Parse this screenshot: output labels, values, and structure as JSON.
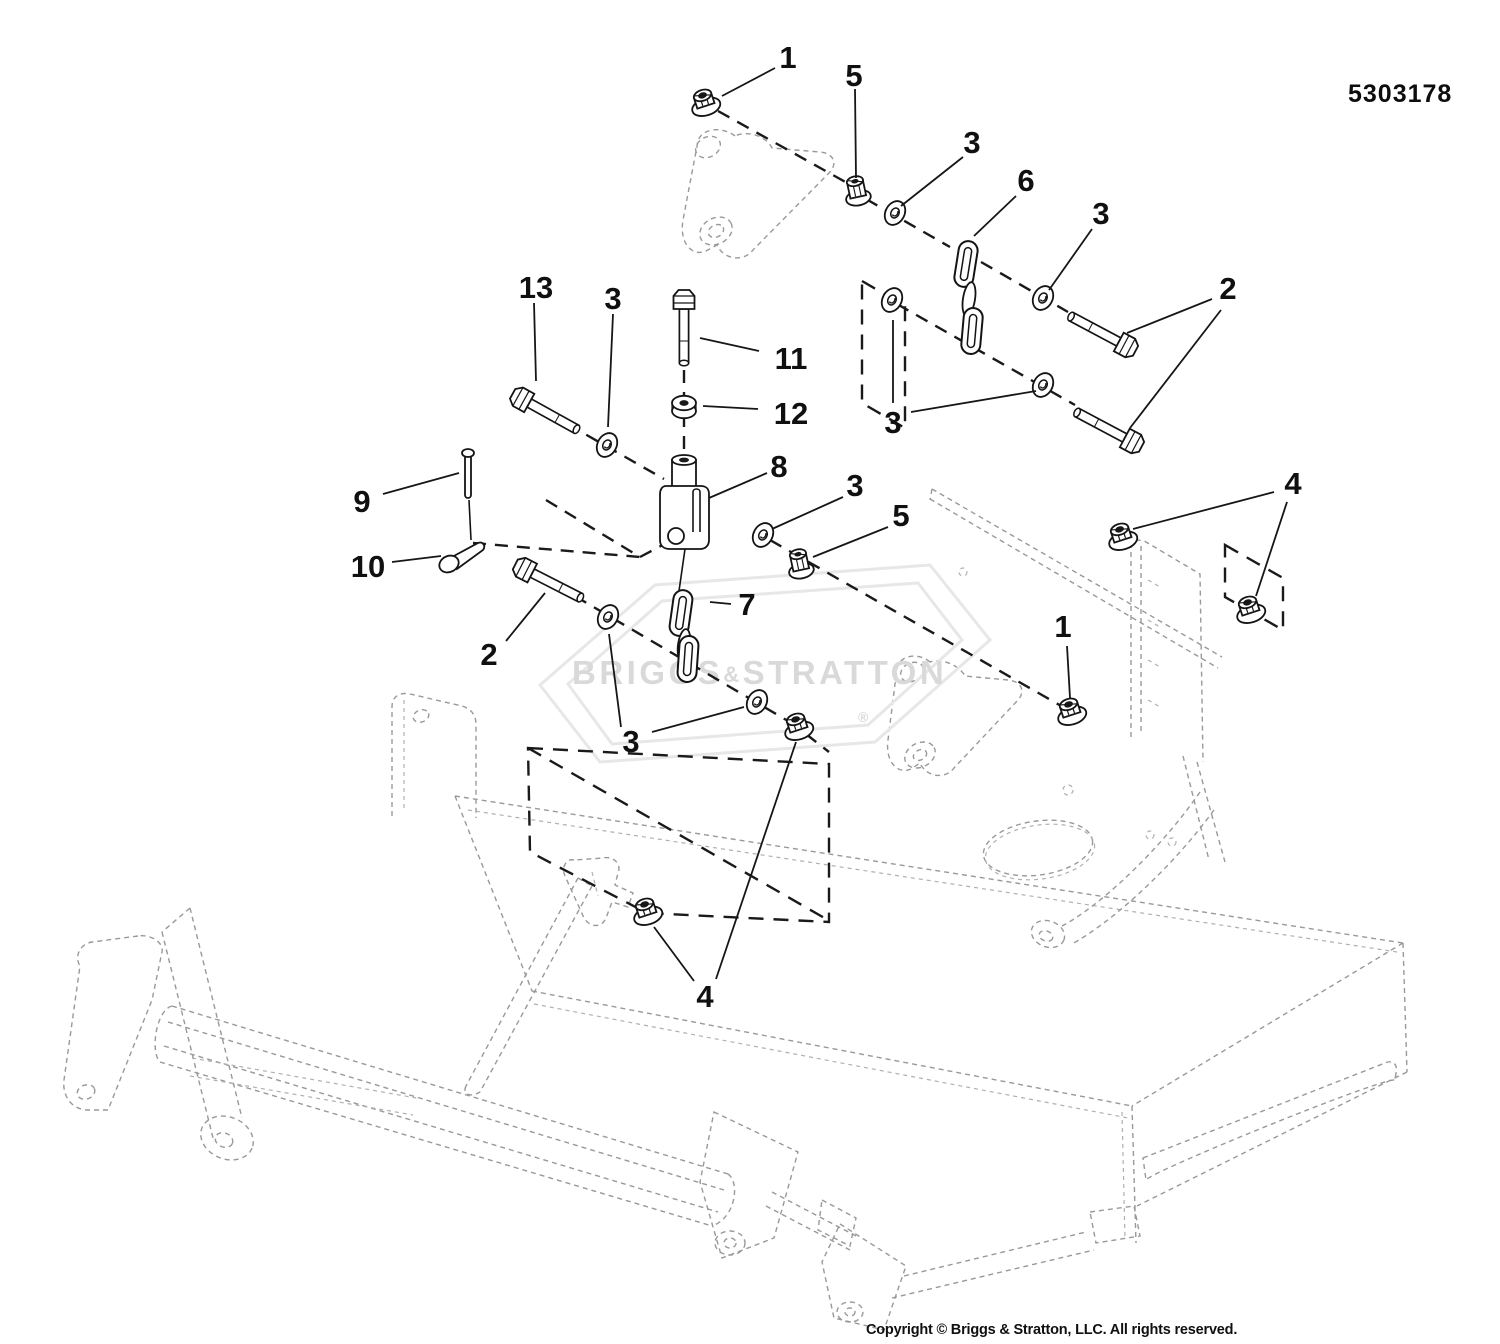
{
  "header": {
    "part_number": "5303178"
  },
  "footer": {
    "copyright": "Copyright © Briggs & Stratton, LLC. All rights reserved."
  },
  "watermark": {
    "brand_left": "BRIGGS",
    "amp": "&",
    "brand_right": "STRATTON",
    "registered": "®"
  },
  "callouts": [
    {
      "label": "1"
    },
    {
      "label": "5"
    },
    {
      "label": "3"
    },
    {
      "label": "6"
    },
    {
      "label": "3"
    },
    {
      "label": "2"
    },
    {
      "label": "13"
    },
    {
      "label": "3"
    },
    {
      "label": "11"
    },
    {
      "label": "12"
    },
    {
      "label": "8"
    },
    {
      "label": "9"
    },
    {
      "label": "10"
    },
    {
      "label": "2"
    },
    {
      "label": "7"
    },
    {
      "label": "3"
    },
    {
      "label": "3"
    },
    {
      "label": "5"
    },
    {
      "label": "3"
    },
    {
      "label": "4"
    },
    {
      "label": "1"
    },
    {
      "label": "4"
    }
  ]
}
